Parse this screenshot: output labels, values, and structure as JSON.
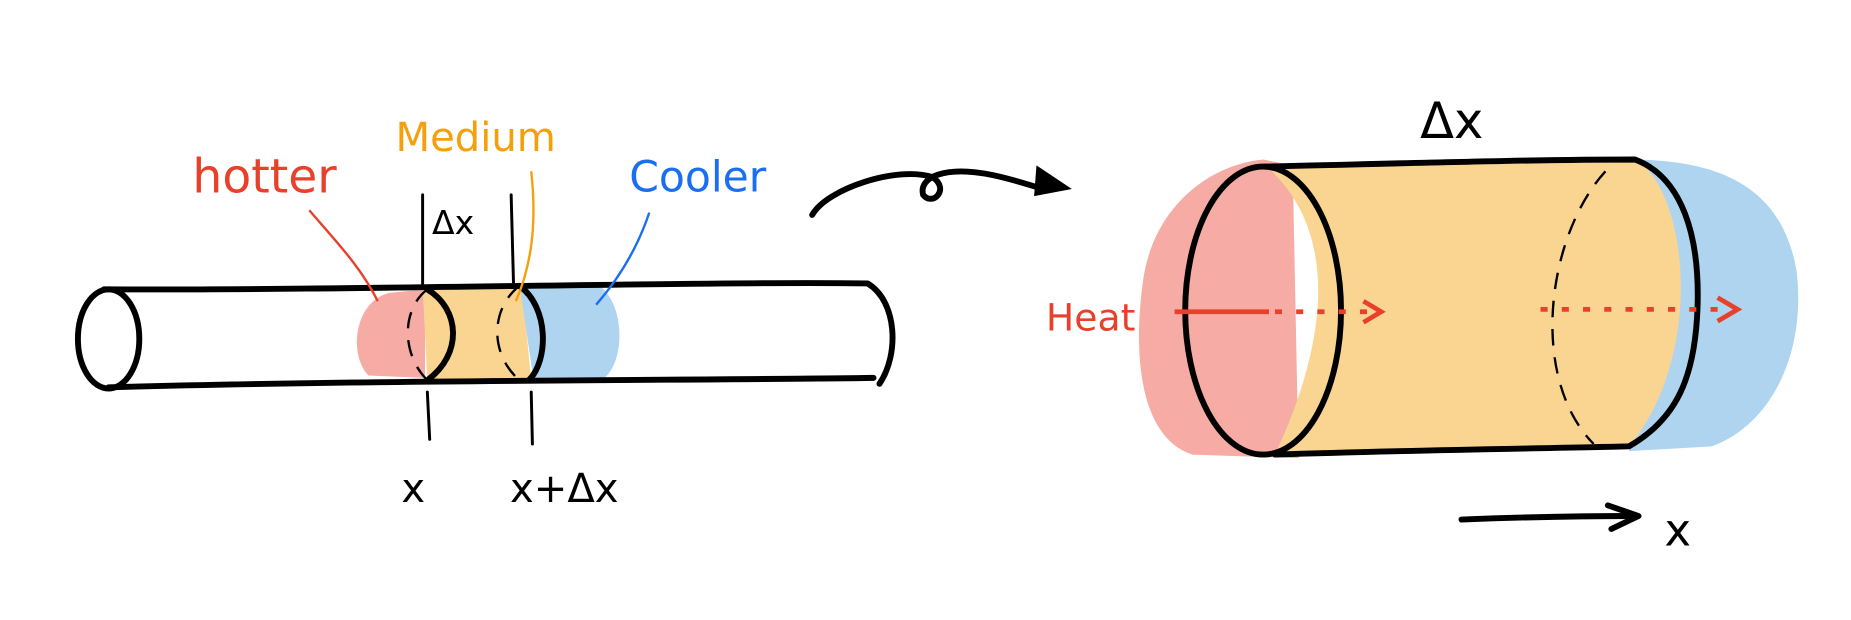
{
  "labels": {
    "hotter": "hotter",
    "medium": "Medium",
    "cooler": "Cooler",
    "delta_x_small": "Δx",
    "x_left": "x",
    "x_plus_dx": "x+Δx",
    "delta_x_big": "Δx",
    "heat": "Heat",
    "x_axis": "x"
  },
  "colors": {
    "hot": "#f6aba4",
    "medium": "#fad592",
    "cool": "#aed4ef",
    "hot_text": "#e8402a",
    "medium_text": "#f5a00a",
    "cool_text": "#1a6ff0"
  }
}
